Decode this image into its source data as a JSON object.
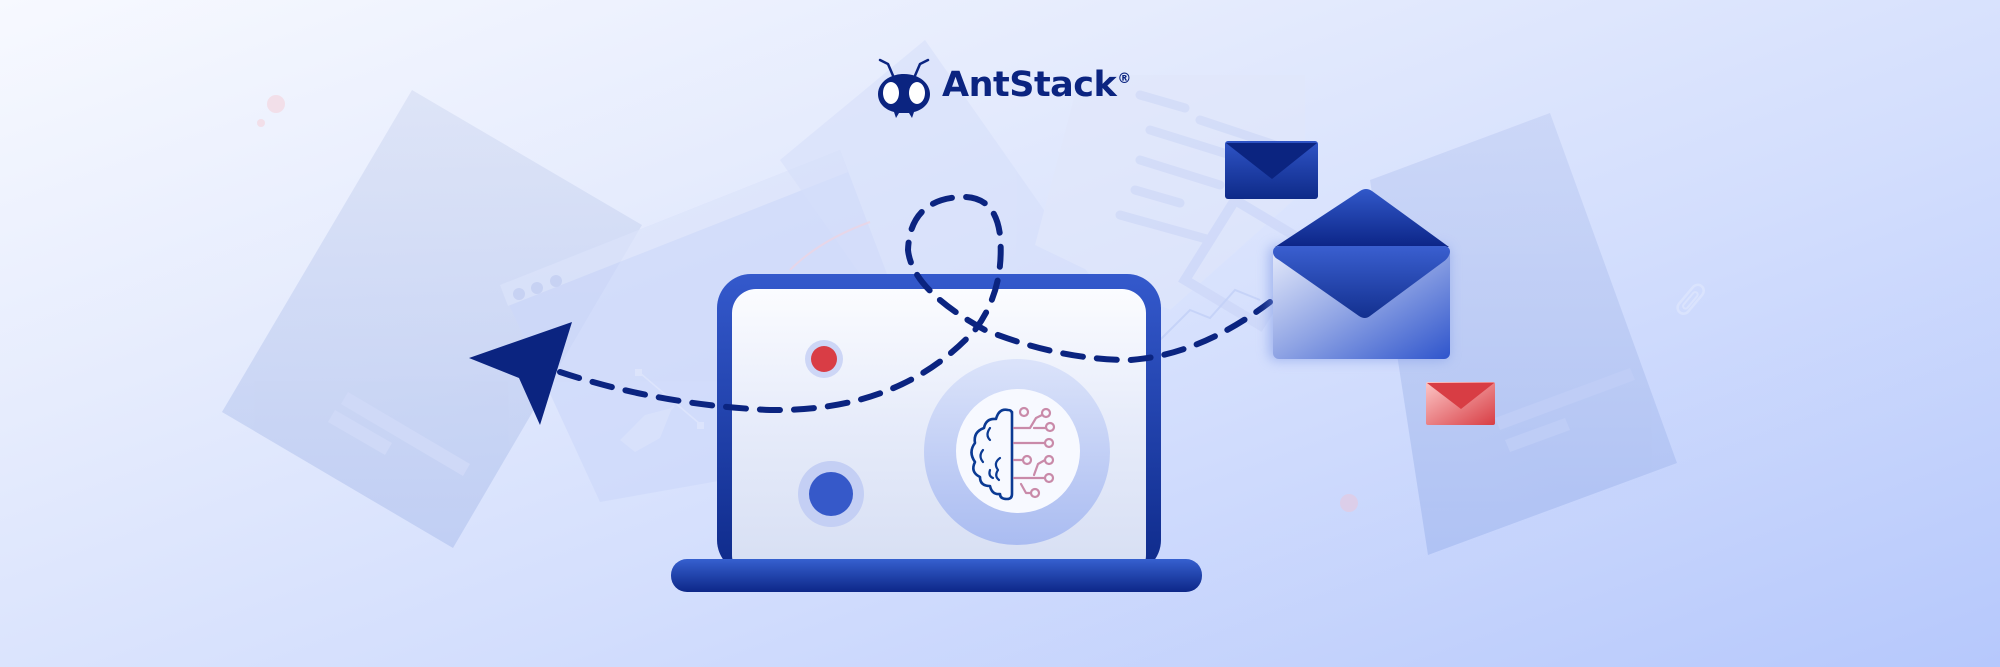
{
  "brand": {
    "name": "AntStack",
    "registered_mark": "®",
    "logo_icon": "ant-head-icon"
  },
  "illustration": {
    "theme": "AI-powered email automation",
    "elements": [
      "background-document-left",
      "background-browser-window",
      "background-document-center",
      "background-document-right",
      "cursor-arrow-icon",
      "dashed-flight-path",
      "laptop",
      "brain-circuit-icon",
      "open-envelope-icon",
      "small-envelope-blue-icon",
      "small-envelope-red-icon",
      "paperclip-icon",
      "pen-tool-icon"
    ]
  },
  "colors": {
    "navy": "#0b2480",
    "royal_blue": "#3459cc",
    "laptop_frame": "#3158c9",
    "screen": "#e4e9f8",
    "red_dot": "#d93d45",
    "blue_dot": "#3659c9",
    "circuit_pink": "#c98aa9",
    "envelope_red": "#d83d44",
    "bg_light": "#f7f9ff",
    "bg_dark": "#b6c8fc"
  }
}
